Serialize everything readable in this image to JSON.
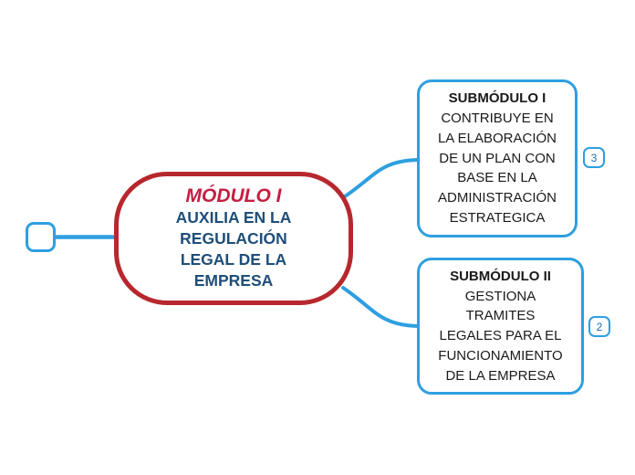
{
  "colors": {
    "connector_blue": "#2E9FE0",
    "subnode_border_blue": "#2E9FE0",
    "root_border_red": "#B7282E",
    "root_title_red": "#C51E41",
    "root_body_blue": "#1F4E79",
    "sub_text_black": "#1A1A1A",
    "canvas_background": "#FFFFFF"
  },
  "root_node": {
    "title": "MÓDULO I",
    "body": "AUXILIA EN LA\nREGULACIÓN\nLEGAL DE LA\nEMPRESA"
  },
  "subnodes": [
    {
      "title": "SUBMÓDULO I",
      "body": "CONTRIBUYE EN\nLA ELABORACIÓN\nDE UN PLAN CON\nBASE EN LA\nADMINISTRACIÓN\nESTRATEGICA",
      "badge": "3"
    },
    {
      "title": "SUBMÓDULO II",
      "body": "GESTIONA\nTRAMITES\nLEGALES PARA EL\nFUNCIONAMIENTO\nDE LA EMPRESA",
      "badge": "2"
    }
  ]
}
